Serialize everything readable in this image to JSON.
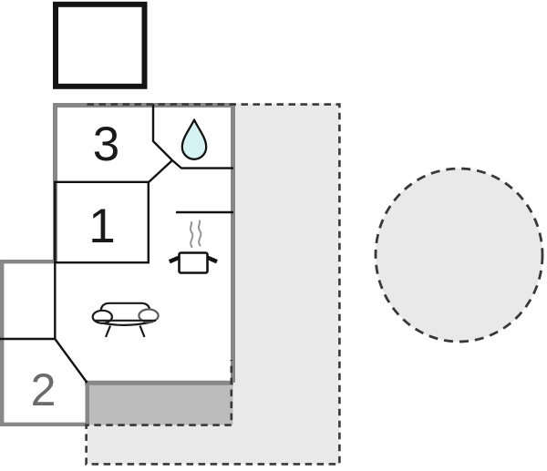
{
  "plan": {
    "title": "holiday-home-floor-plan",
    "rooms": [
      {
        "id": "room-3",
        "label": "3",
        "label_color": "#1a1a1a"
      },
      {
        "id": "room-1",
        "label": "1",
        "label_color": "#1a1a1a"
      },
      {
        "id": "room-2",
        "label": "2",
        "label_color": "#6b6b6b"
      }
    ],
    "icons": [
      {
        "name": "water-drop-icon",
        "meaning": "bathroom",
        "fill": "#d5f3f2"
      },
      {
        "name": "cooking-pot-icon",
        "meaning": "kitchen-stove"
      },
      {
        "name": "sofa-icon",
        "meaning": "living-room"
      }
    ],
    "areas": [
      {
        "name": "terrace-large",
        "fill": "#e9e9e9"
      },
      {
        "name": "terrace-covered",
        "fill": "#bcbcbc"
      },
      {
        "name": "round-patio",
        "fill": "#e9e9e9"
      },
      {
        "name": "outbuilding-square",
        "fill": "#ffffff"
      }
    ],
    "colors": {
      "wall_gray": "#878787",
      "wall_black": "#121212",
      "dash": "#383838",
      "steam_gray": "#949494"
    }
  }
}
